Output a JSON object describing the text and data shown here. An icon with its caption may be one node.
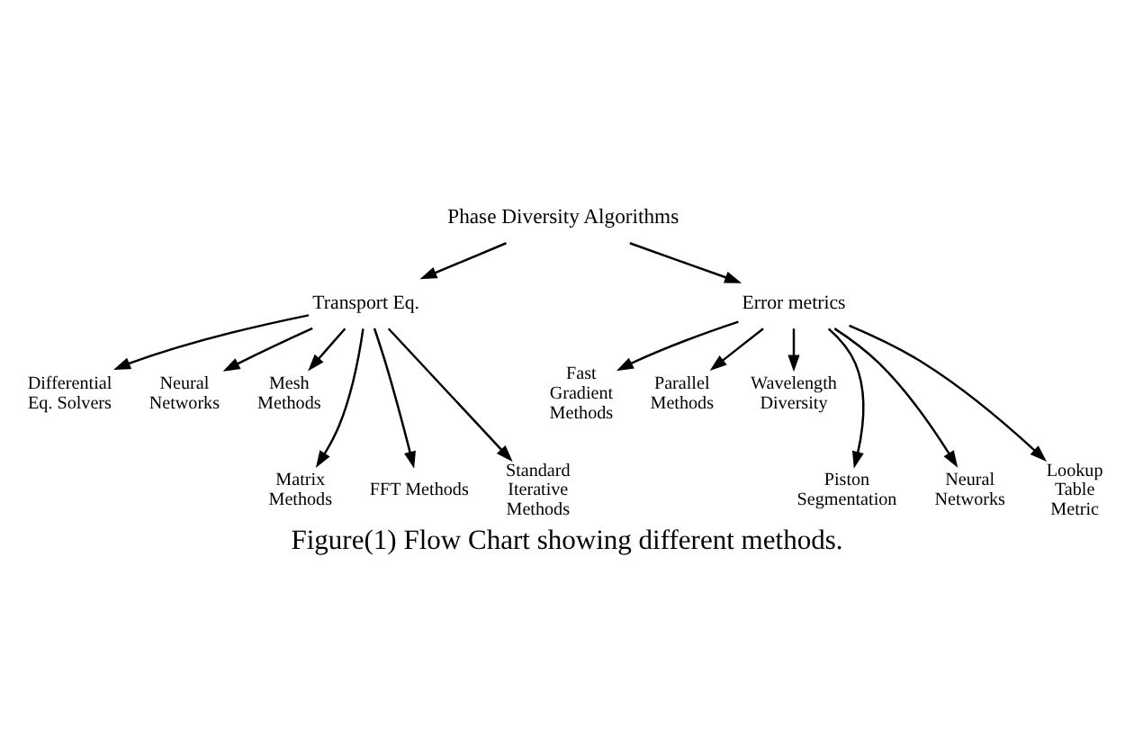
{
  "diagram": {
    "caption": "Figure(1) Flow Chart showing different methods.",
    "nodes": [
      {
        "text": [
          "Phase Diversity Algorithms"
        ]
      },
      {
        "text": [
          "Transport Eq."
        ]
      },
      {
        "text": [
          "Error metrics"
        ]
      },
      {
        "text": [
          "Differential Eq. Solvers"
        ]
      },
      {
        "text": [
          "Neural Networks"
        ]
      },
      {
        "text": [
          "Mesh Methods"
        ]
      },
      {
        "text": [
          "Matrix Methods"
        ]
      },
      {
        "text": [
          "FFT Methods"
        ]
      },
      {
        "text": [
          "Standard Iterative Methods"
        ]
      },
      {
        "text": [
          "Fast Gradient Methods"
        ]
      },
      {
        "text": [
          "Parallel Methods"
        ]
      },
      {
        "text": [
          "Wavelength Diversity"
        ]
      },
      {
        "text": [
          "Piston Segmentation"
        ]
      },
      {
        "text": [
          "Neural Networks"
        ]
      },
      {
        "text": [
          "Lookup Table Metric"
        ]
      }
    ],
    "edges": [
      {
        "from": 0,
        "to": 1,
        "arrow": "to"
      },
      {
        "from": 0,
        "to": 2,
        "arrow": "to"
      },
      {
        "from": 1,
        "to": 3,
        "arrow": "to"
      },
      {
        "from": 1,
        "to": 4,
        "arrow": "to"
      },
      {
        "from": 1,
        "to": 5,
        "arrow": "to"
      },
      {
        "from": 1,
        "to": 6,
        "arrow": "to"
      },
      {
        "from": 1,
        "to": 7,
        "arrow": "to"
      },
      {
        "from": 1,
        "to": 8,
        "arrow": "to"
      },
      {
        "from": 2,
        "to": 9,
        "arrow": "to"
      },
      {
        "from": 2,
        "to": 10,
        "arrow": "to"
      },
      {
        "from": 2,
        "to": 11,
        "arrow": "to"
      },
      {
        "from": 2,
        "to": 12,
        "arrow": "to"
      },
      {
        "from": 2,
        "to": 13,
        "arrow": "to"
      },
      {
        "from": 2,
        "to": 14,
        "arrow": "to"
      }
    ]
  }
}
